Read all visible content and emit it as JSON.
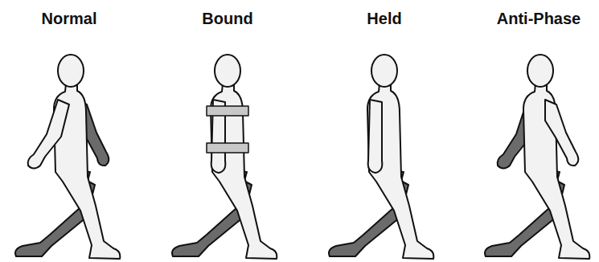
{
  "diagram": {
    "labels": [
      "Normal",
      "Bound",
      "Held",
      "Anti-Phase"
    ]
  }
}
